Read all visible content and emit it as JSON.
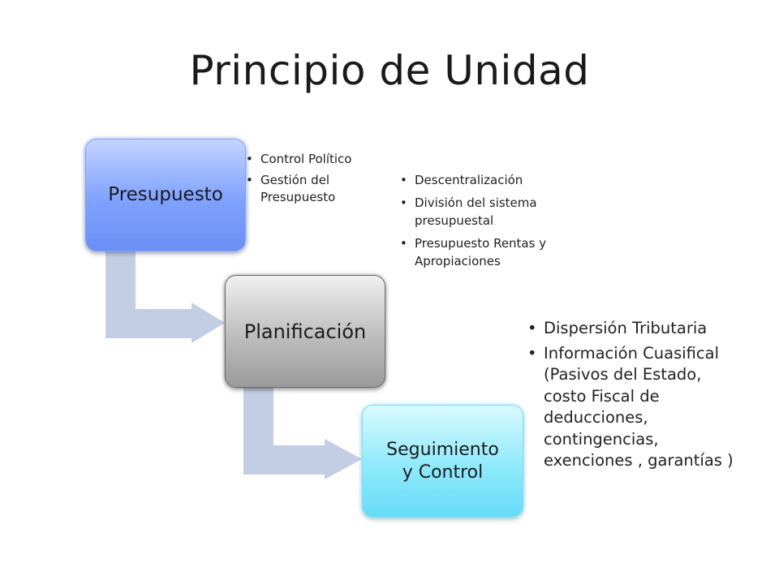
{
  "title": "Principio de Unidad",
  "colors": {
    "connector": "#c3cde3",
    "box_presupuesto": "#7fa1ff",
    "box_planificacion": "#bdbdbd",
    "box_seguimiento": "#8ee9fb"
  },
  "steps": [
    {
      "label": "Presupuesto",
      "bullets": [
        "Control Político",
        "Gestión del Presupuesto"
      ]
    },
    {
      "label": "Planificación",
      "bullets": [
        "Descentralización",
        "División del sistema presupuestal",
        "Presupuesto Rentas y Apropiaciones"
      ]
    },
    {
      "label_line1": "Seguimiento",
      "label_line2": "y Control",
      "bullets": [
        "Dispersión Tributaria",
        "Información Cuasifical (Pasivos del Estado, costo Fiscal de deducciones, contingencias, exenciones , garantías )"
      ]
    }
  ]
}
